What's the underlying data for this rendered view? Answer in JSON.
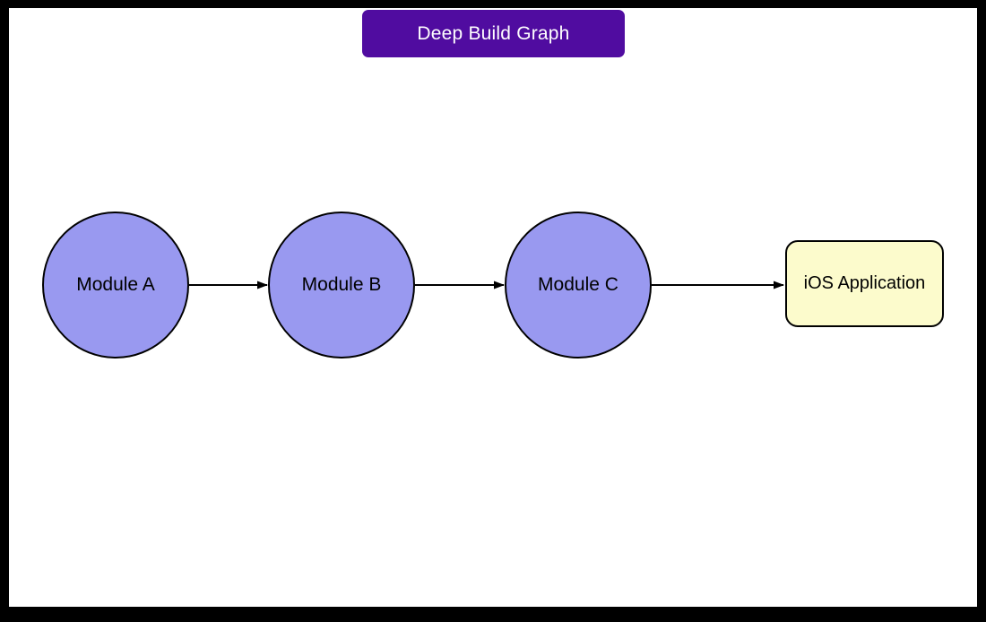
{
  "title": {
    "label": "Deep Build Graph"
  },
  "diagram": {
    "nodes": [
      {
        "id": "module-a",
        "label": "Module A",
        "shape": "circle"
      },
      {
        "id": "module-b",
        "label": "Module B",
        "shape": "circle"
      },
      {
        "id": "module-c",
        "label": "Module C",
        "shape": "circle"
      },
      {
        "id": "ios-application",
        "label": "iOS Application",
        "shape": "rounded-rect"
      }
    ],
    "edges": [
      {
        "from": "module-a",
        "to": "module-b",
        "direction": "right"
      },
      {
        "from": "module-b",
        "to": "module-c",
        "direction": "right"
      },
      {
        "from": "module-c",
        "to": "ios-application",
        "direction": "right"
      }
    ],
    "colors": {
      "title_background": "#500CA0",
      "title_text": "#FFFFFF",
      "circle_fill": "#9999F0",
      "rect_fill": "#FCFBCC",
      "node_stroke": "#000000",
      "edge_stroke": "#000000",
      "canvas_background": "#FFFFFF",
      "frame_background": "#000000"
    }
  }
}
